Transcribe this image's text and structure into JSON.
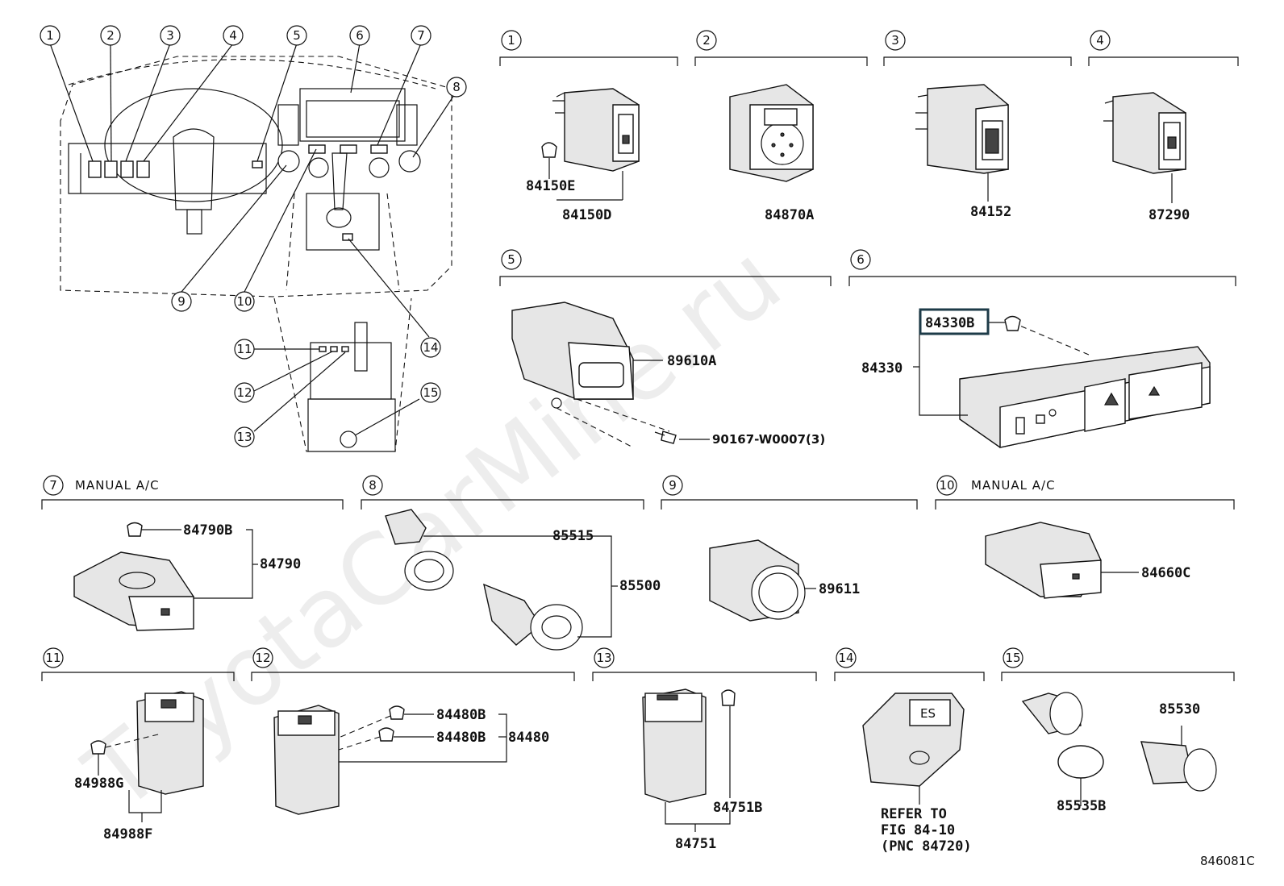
{
  "watermark": "ToyotaCarMine.ru",
  "figure_id": "846081C",
  "callouts": [
    "1",
    "2",
    "3",
    "4",
    "5",
    "6",
    "7",
    "8",
    "9",
    "10",
    "11",
    "12",
    "13",
    "14",
    "15"
  ],
  "groups": [
    {
      "num": "1",
      "caption": ""
    },
    {
      "num": "2",
      "caption": ""
    },
    {
      "num": "3",
      "caption": ""
    },
    {
      "num": "4",
      "caption": ""
    },
    {
      "num": "5",
      "caption": ""
    },
    {
      "num": "6",
      "caption": ""
    },
    {
      "num": "7",
      "caption": "MANUAL A/C"
    },
    {
      "num": "8",
      "caption": ""
    },
    {
      "num": "9",
      "caption": ""
    },
    {
      "num": "10",
      "caption": "MANUAL A/C"
    },
    {
      "num": "11",
      "caption": ""
    },
    {
      "num": "12",
      "caption": ""
    },
    {
      "num": "13",
      "caption": ""
    },
    {
      "num": "14",
      "caption": ""
    },
    {
      "num": "15",
      "caption": ""
    }
  ],
  "parts": {
    "p84150E": "84150E",
    "p84150D": "84150D",
    "p84870A": "84870A",
    "p84152": "84152",
    "p87290": "87290",
    "p89610A": "89610A",
    "p90167": "90167-W0007(3)",
    "p84330B": "84330B",
    "p84330": "84330",
    "p84790B": "84790B",
    "p84790": "84790",
    "p85515": "85515",
    "p85500": "85500",
    "p89611": "89611",
    "p84660C": "84660C",
    "p84988G": "84988G",
    "p84988F": "84988F",
    "p84480B_a": "84480B",
    "p84480B_b": "84480B",
    "p84480": "84480",
    "p84751B": "84751B",
    "p84751": "84751",
    "p85530": "85530",
    "p85535B": "85535B"
  },
  "refer_note": [
    "REFER TO",
    "FIG 84-10",
    "(PNC 84720)"
  ],
  "highlight_part": "84330B",
  "colors": {
    "line": "#111111",
    "highlight": "#1d3b48",
    "watermark": "#d9d9d9"
  }
}
